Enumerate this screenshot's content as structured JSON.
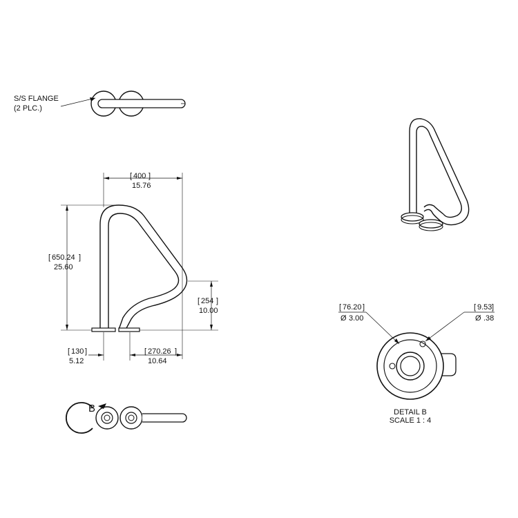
{
  "annotations": {
    "flange_line1": "S/S FLANGE",
    "flange_line2": "(2 PLC.)"
  },
  "dimensions": {
    "width_mm": "400",
    "width_in": "15.76",
    "height_mm": "650.24",
    "height_in": "25.60",
    "reach_mm": "254",
    "reach_in": "10.00",
    "base_mm": "130",
    "base_in": "5.12",
    "offset_mm": "270.26",
    "offset_in": "10.64"
  },
  "detail": {
    "diameter_mm": "76.20",
    "diameter_in": "3.00",
    "hole_mm": "9.53",
    "hole_in": ".38",
    "title": "DETAIL B",
    "scale": "SCALE 1 : 4",
    "section_letter": "B",
    "diameter_symbol": "Ø"
  }
}
